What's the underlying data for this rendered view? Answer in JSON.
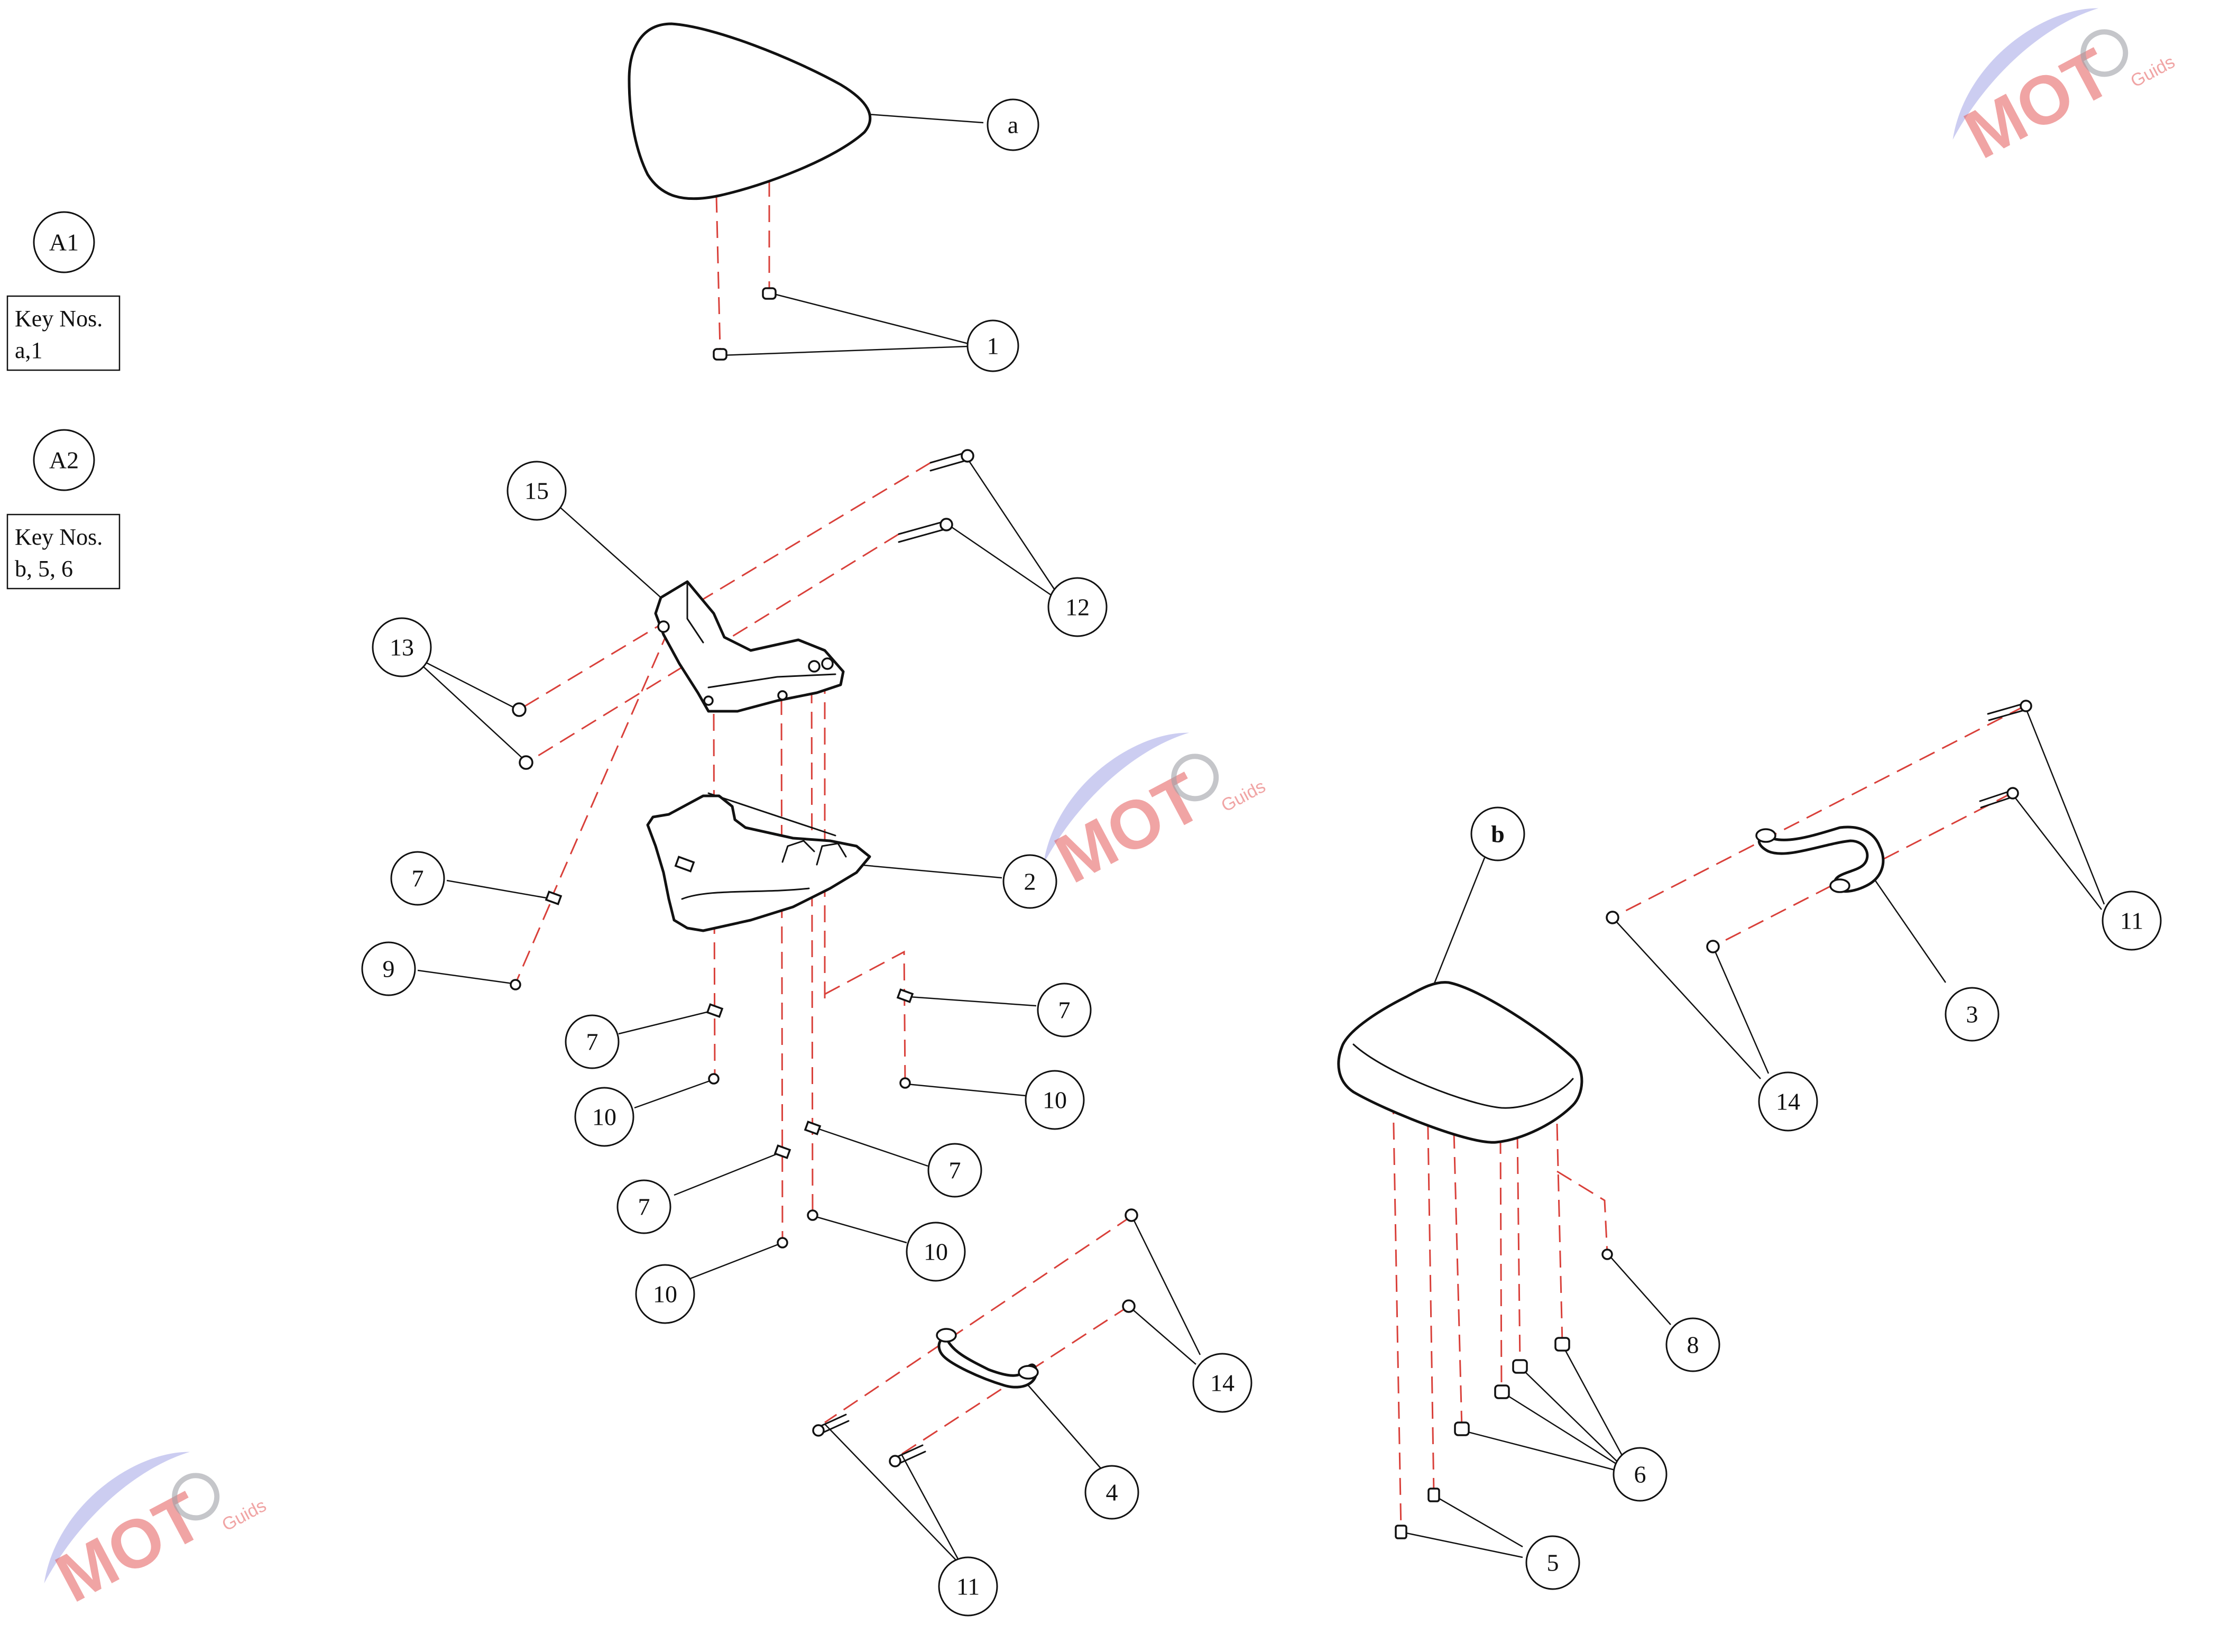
{
  "colors": {
    "line": "#111111",
    "dashed_path": "#d9403a",
    "watermark_red": "#e45a5a",
    "watermark_blue": "#6c6fd8",
    "watermark_gray": "#9ea0a6"
  },
  "assemblies": [
    {
      "id": "A1",
      "key_label": "Key Nos.",
      "key_values": "a,1"
    },
    {
      "id": "A2",
      "key_label": "Key Nos.",
      "key_values": "b, 5, 6"
    }
  ],
  "callouts": {
    "a": "a",
    "b": "b",
    "n1": "1",
    "n2": "2",
    "n3": "3",
    "n4": "4",
    "n5": "5",
    "n6": "6",
    "n7": "7",
    "n8": "8",
    "n9": "9",
    "n10": "10",
    "n11": "11",
    "n12": "12",
    "n13": "13",
    "n14": "14",
    "n15": "15"
  },
  "watermark": {
    "brand": "MOT",
    "sub": "Guids"
  },
  "icons": [
    "gear-icon"
  ]
}
